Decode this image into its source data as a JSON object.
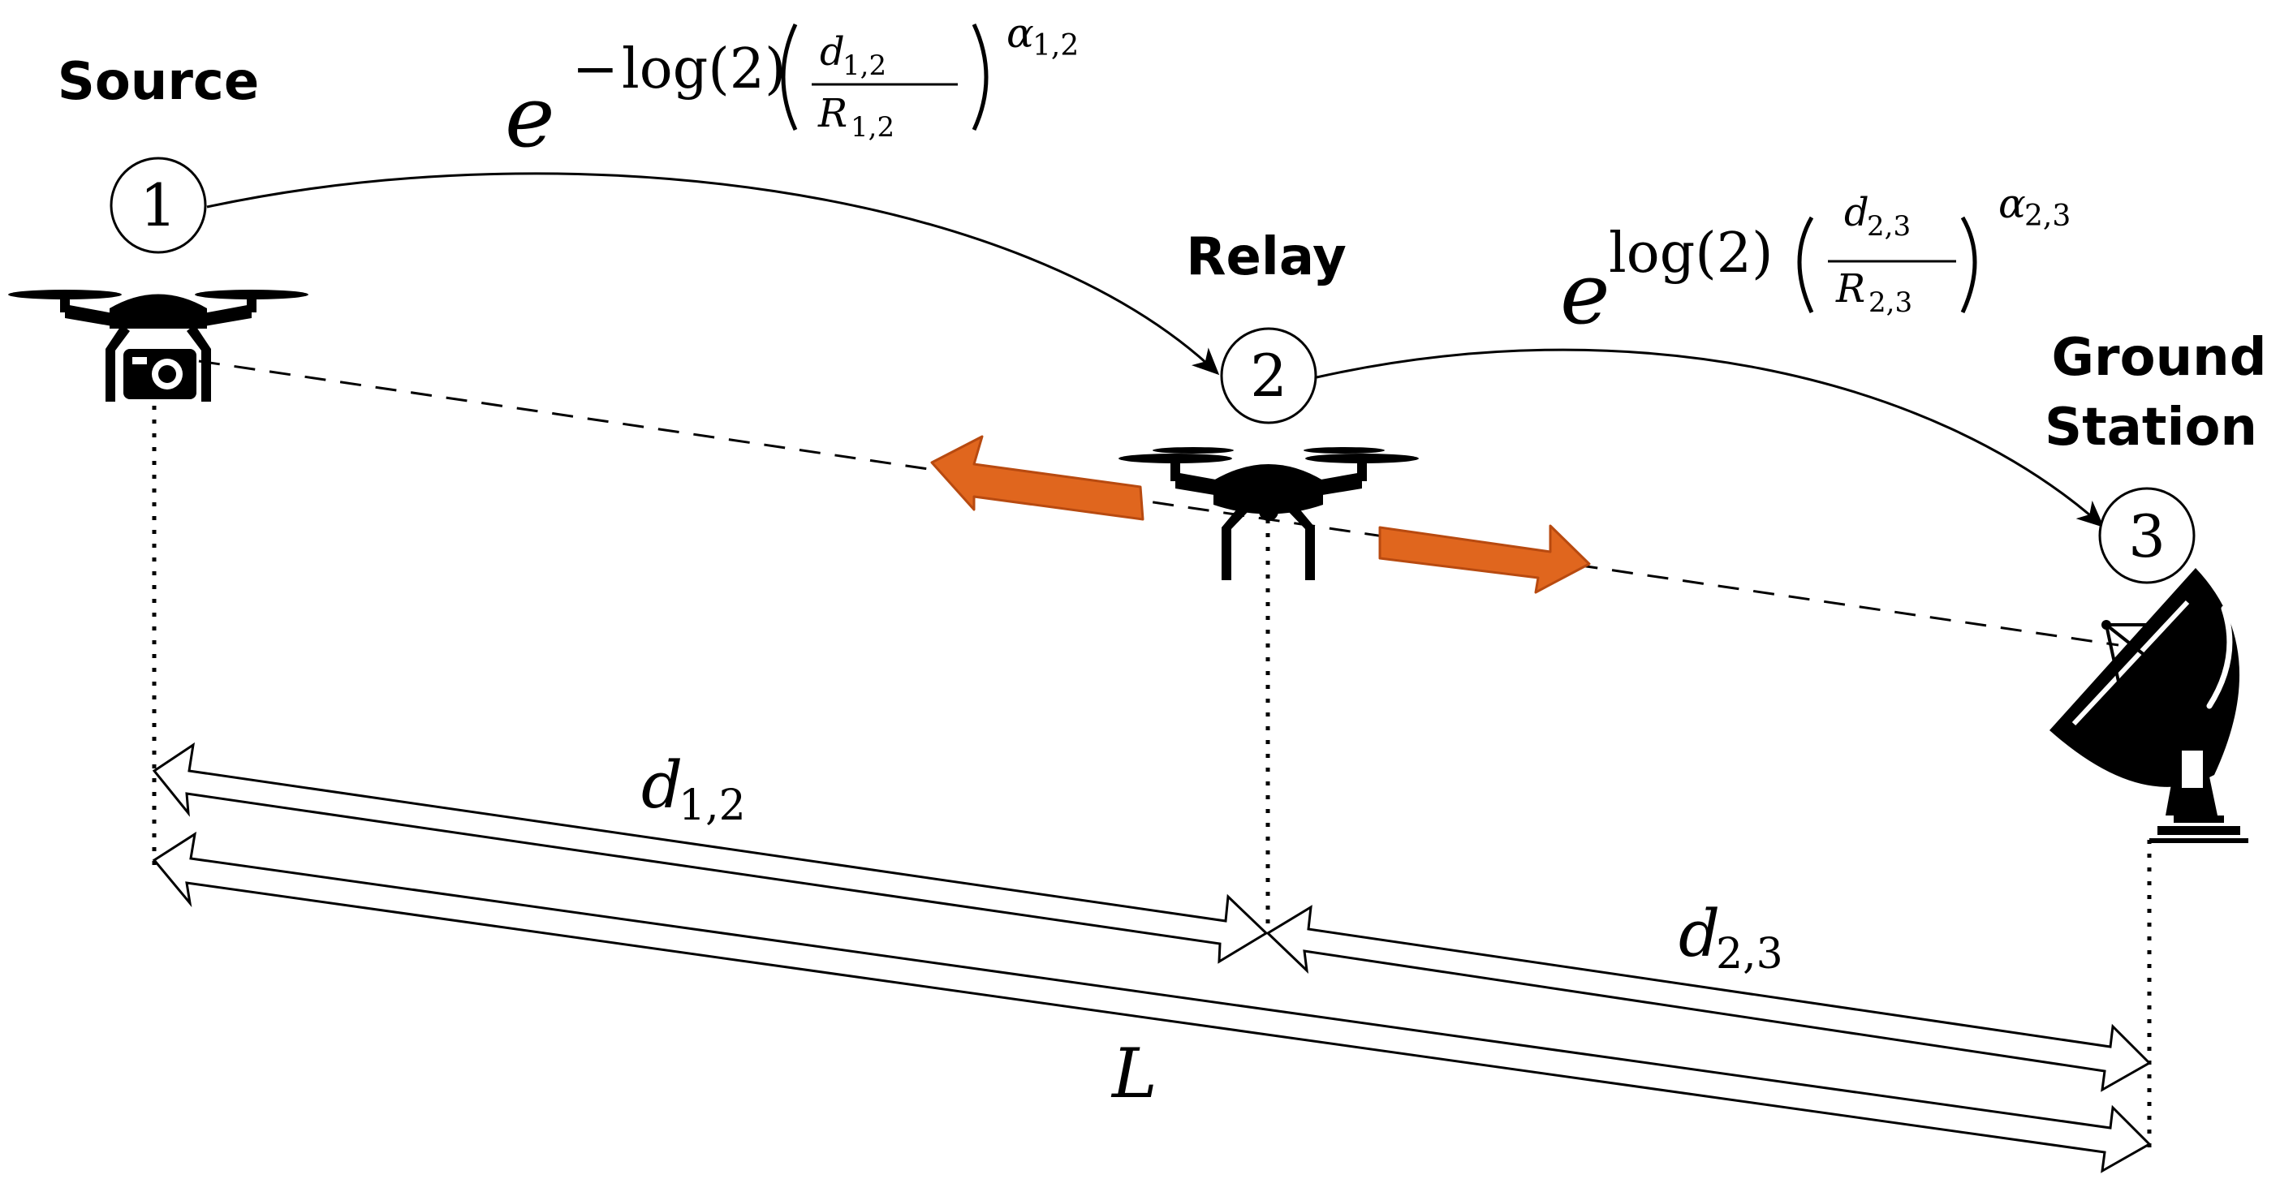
{
  "labels": {
    "source": "Source",
    "relay": "Relay",
    "ground_line1": "Ground",
    "ground_line2": "Station"
  },
  "nodes": [
    "1",
    "2",
    "3"
  ],
  "formula_12": {
    "base": "e",
    "sign": "−",
    "log": "log(2)",
    "num_var": "d",
    "num_sub": "1,2",
    "den_var": "R",
    "den_sub": "1,2",
    "exp_var": "α",
    "exp_sub": "1,2"
  },
  "formula_23": {
    "base": "e",
    "log": "log(2)",
    "num_var": "d",
    "num_sub": "2,3",
    "den_var": "R",
    "den_sub": "2,3",
    "exp_var": "α",
    "exp_sub": "2,3"
  },
  "distances": {
    "d12_var": "d",
    "d12_sub": "1,2",
    "d23_var": "d",
    "d23_sub": "2,3",
    "total": "L"
  },
  "colors": {
    "motion_arrow": "#E0661E",
    "motion_arrow_stroke": "#B84A10",
    "ink": "#000000"
  },
  "icons": [
    "source-drone-camera-icon",
    "relay-drone-icon",
    "satellite-dish-icon"
  ]
}
